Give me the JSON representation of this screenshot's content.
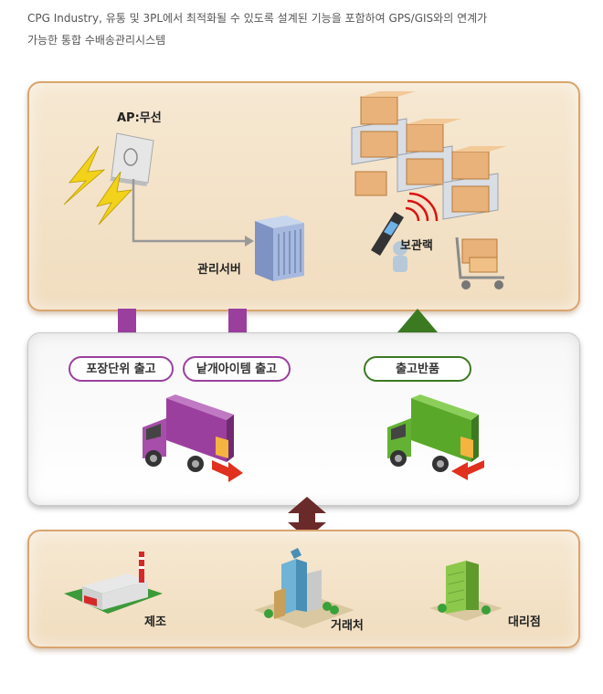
{
  "intro": {
    "line1": "CPG Industry, 유통 및 3PL에서 최적화될 수 있도록 설계된 기능을 포함하여 GPS/GIS와의 연계가",
    "line2": "가능한 통합 수배송관리시스템"
  },
  "top_panel": {
    "ap_label": "AP:무선",
    "server_label": "관리서버",
    "storage_label": "보관랙"
  },
  "middle_panel": {
    "outbound_unit_label": "포장단위 출고",
    "outbound_item_label": "낱개아이템 출고",
    "return_label": "출고반품"
  },
  "bottom_panel": {
    "manufacturing_label": "제조",
    "customer_label": "거래처",
    "agency_label": "대리점"
  },
  "colors": {
    "panel_border": "#d9a56f",
    "panel_fill": "#f4e4cb",
    "purple": "#9b3f9e",
    "green": "#3c7a22",
    "brown_arrow": "#6b2a2a"
  }
}
